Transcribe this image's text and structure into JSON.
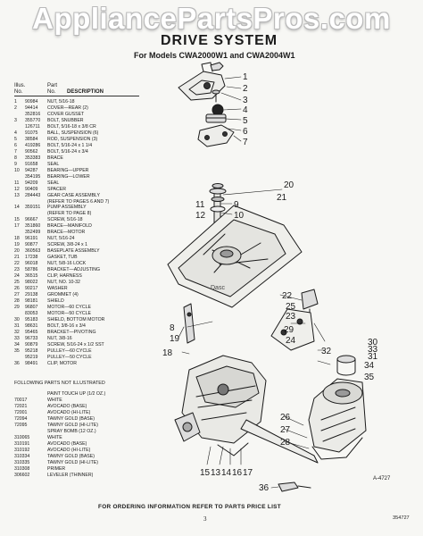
{
  "watermark": "AppliancePartsPros.com",
  "title": "DRIVE SYSTEM",
  "subtitle": "For Models CWA2000W1 and CWA2004W1",
  "header": {
    "illus": "Illus.",
    "no": "No.",
    "part": "Part",
    "partno": "No.",
    "description": "DESCRIPTION"
  },
  "parts": [
    {
      "illus": "1",
      "part": "90984",
      "desc": "NUT, 5/16-18"
    },
    {
      "illus": "2",
      "part": "94414",
      "desc": "COVER—REAR (2)"
    },
    {
      "illus": "",
      "part": "352816",
      "desc": "COVER GUSSET"
    },
    {
      "illus": "3",
      "part": "355770",
      "desc": "BOLT, SNUBBER"
    },
    {
      "illus": "",
      "part": "126711",
      "desc": "BOLT, 5/16-18 x 3/8 CR"
    },
    {
      "illus": "4",
      "part": "91075",
      "desc": "BALL, SUSPENSION (6)"
    },
    {
      "illus": "5",
      "part": "38584",
      "desc": "ROD, SUSPENSION (3)"
    },
    {
      "illus": "6",
      "part": "419286",
      "desc": "BOLT, 5/16-24 x 1 1/4"
    },
    {
      "illus": "7",
      "part": "90562",
      "desc": "BOLT, 5/16-24 x 3/4"
    },
    {
      "illus": "8",
      "part": "353383",
      "desc": "BRACE"
    },
    {
      "illus": "9",
      "part": "91658",
      "desc": "SEAL"
    },
    {
      "illus": "10",
      "part": "94287",
      "desc": "BEARING—UPPER"
    },
    {
      "illus": "",
      "part": "354195",
      "desc": "BEARING—LOWER"
    },
    {
      "illus": "11",
      "part": "94209",
      "desc": "SEAL"
    },
    {
      "illus": "12",
      "part": "90409",
      "desc": "SPACER"
    },
    {
      "illus": "13",
      "part": "284443",
      "desc": "GEAR CASE ASSEMBLY"
    },
    {
      "illus": "",
      "part": "",
      "desc": "(REFER TO PAGES 6 AND 7)"
    },
    {
      "illus": "14",
      "part": "359151",
      "desc": "PUMP ASSEMBLY"
    },
    {
      "illus": "",
      "part": "",
      "desc": "(REFER TO PAGE 8)"
    },
    {
      "illus": "15",
      "part": "96667",
      "desc": "SCREW, 5/16-18"
    },
    {
      "illus": "17",
      "part": "351860",
      "desc": "BRACE—MANIFOLD"
    },
    {
      "illus": "",
      "part": "352499",
      "desc": "BRACE—MOTOR"
    },
    {
      "illus": "18",
      "part": "96191",
      "desc": "NUT, 5/16-24"
    },
    {
      "illus": "19",
      "part": "90877",
      "desc": "SCREW, 3/8-24 x 1"
    },
    {
      "illus": "20",
      "part": "360563",
      "desc": "BASEPLATE ASSEMBLY"
    },
    {
      "illus": "21",
      "part": "17238",
      "desc": "GASKET, TUB"
    },
    {
      "illus": "22",
      "part": "96018",
      "desc": "NUT, 5/8-16 LOCK"
    },
    {
      "illus": "23",
      "part": "58786",
      "desc": "BRACKET—ADJUSTING"
    },
    {
      "illus": "24",
      "part": "36515",
      "desc": "CLIP, HARNESS"
    },
    {
      "illus": "25",
      "part": "98022",
      "desc": "NUT, NO. 10-32"
    },
    {
      "illus": "26",
      "part": "90217",
      "desc": "WASHER"
    },
    {
      "illus": "27",
      "part": "29138",
      "desc": "GROMMET (4)"
    },
    {
      "illus": "28",
      "part": "98181",
      "desc": "SHIELD"
    },
    {
      "illus": "29",
      "part": "96807",
      "desc": "MOTOR—60 CYCLE"
    },
    {
      "illus": "",
      "part": "83053",
      "desc": "MOTOR—50 CYCLE"
    },
    {
      "illus": "30",
      "part": "95183",
      "desc": "SHIELD, BOTTOM MOTOR"
    },
    {
      "illus": "31",
      "part": "98631",
      "desc": "BOLT, 3/8-16 x 3/4"
    },
    {
      "illus": "32",
      "part": "95465",
      "desc": "BRACKET—PIVOTING"
    },
    {
      "illus": "33",
      "part": "96733",
      "desc": "NUT, 3/8-16"
    },
    {
      "illus": "34",
      "part": "90879",
      "desc": "SCREW, 5/16-24 x 1/2 SST"
    },
    {
      "illus": "35",
      "part": "95218",
      "desc": "PULLEY—60 CYCLE"
    },
    {
      "illus": "",
      "part": "95219",
      "desc": "PULLEY—50 CYCLE"
    },
    {
      "illus": "36",
      "part": "98491",
      "desc": "CLIP, MOTOR"
    }
  ],
  "not_illustrated_heading": "FOLLOWING PARTS NOT ILLUSTRATED",
  "paint": [
    {
      "part": "",
      "desc": "PAINT TOUCH UP (1/2 OZ.)"
    },
    {
      "part": "70017",
      "desc": "WHITE"
    },
    {
      "part": "72021",
      "desc": "AVOCADO (BASE)"
    },
    {
      "part": "72001",
      "desc": "AVOCADO (HI-LITE)"
    },
    {
      "part": "72094",
      "desc": "TAWNY GOLD (BASE)"
    },
    {
      "part": "72095",
      "desc": "TAWNY GOLD (HI-LITE)"
    },
    {
      "part": "",
      "desc": "SPRAY BOMB (12 OZ.)"
    },
    {
      "part": "310065",
      "desc": "WHITE"
    },
    {
      "part": "310191",
      "desc": "AVOCADO (BASE)"
    },
    {
      "part": "310192",
      "desc": "AVOCADO (HI-LITE)"
    },
    {
      "part": "310334",
      "desc": "TAWNY GOLD (BASE)"
    },
    {
      "part": "310335",
      "desc": "TAWNY GOLD (HI-LITE)"
    },
    {
      "part": "310308",
      "desc": "PRIMER"
    },
    {
      "part": "306602",
      "desc": "LEVELER (THINNER)"
    }
  ],
  "figure_id": "A-4727",
  "footer": "FOR ORDERING INFORMATION REFER TO PARTS PRICE LIST",
  "page_number": "3",
  "doc_number": "354727",
  "callouts": [
    "1",
    "2",
    "3",
    "4",
    "5",
    "6",
    "7",
    "8",
    "9",
    "10",
    "11",
    "12",
    "13",
    "14",
    "15",
    "16",
    "17",
    "18",
    "19",
    "20",
    "21",
    "22",
    "23",
    "24",
    "25",
    "26",
    "27",
    "28",
    "29",
    "30",
    "31",
    "32",
    "33",
    "34",
    "35",
    "36"
  ]
}
